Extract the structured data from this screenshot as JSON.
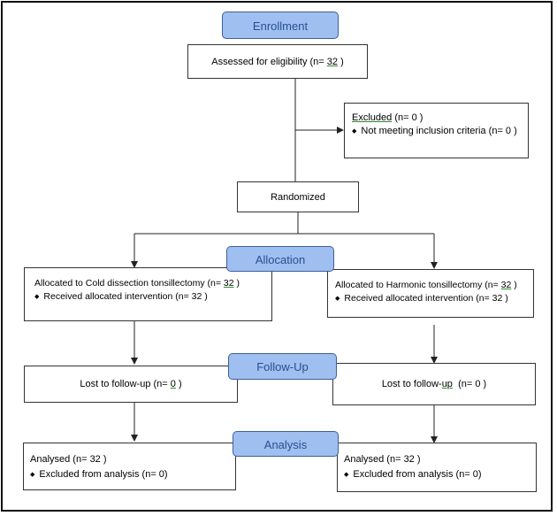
{
  "stages": {
    "enrollment": "Enrollment",
    "allocation": "Allocation",
    "followup": "Follow-Up",
    "analysis": "Analysis"
  },
  "assessed": {
    "label": "Assessed for eligibility (n=",
    "n": "32",
    "close": ")"
  },
  "excluded": {
    "label": "Excluded",
    "n": "(n= 0 )",
    "bullet": "Not meeting inclusion criteria (n= 0 )"
  },
  "randomized": "Randomized",
  "alloc_left": {
    "label": "Allocated to Cold dissection tonsillectomy (n=",
    "n": "32",
    "close": ")",
    "bullet": "Received allocated intervention (n= 32 )"
  },
  "alloc_right": {
    "label": "Allocated to Harmonic tonsillectomy (n=",
    "n": "32",
    "close": ")",
    "bullet": "Received allocated intervention (n= 32 )"
  },
  "lost_left": {
    "label": "Lost to follow-up (n=",
    "n": "0",
    "close": ")"
  },
  "lost_right": {
    "label": "Lost to follow-",
    "up": "up",
    "rest": "(n= 0 )"
  },
  "analysed_left": {
    "label": "Analysed (n= 32 )",
    "bullet": "Excluded from analysis (n= 0)"
  },
  "analysed_right": {
    "label": "Analysed (n= 32 )",
    "bullet": "Excluded from analysis (n= 0)"
  },
  "colors": {
    "stage_fill": "#9fbff0",
    "stage_text": "#2a4f8f",
    "border": "#333333"
  }
}
